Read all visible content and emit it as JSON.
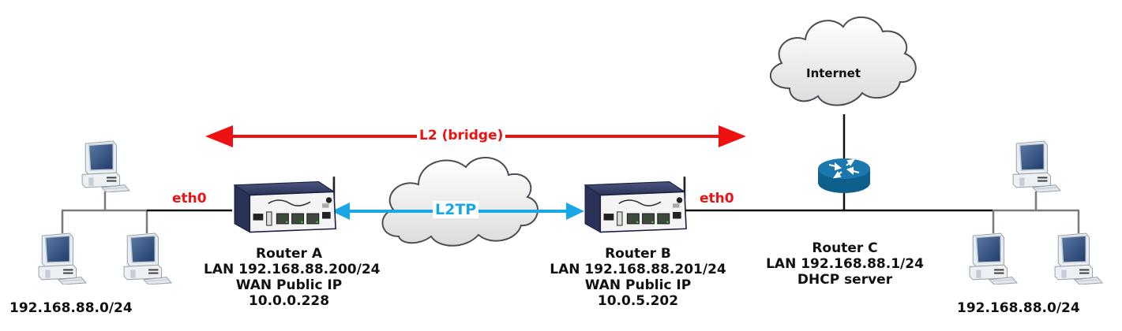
{
  "diagram": {
    "bridge_label": "L2 (bridge)",
    "tunnel_label": "L2TP",
    "internet_label": "Internet",
    "left_lan": {
      "interface_label": "eth0",
      "subnet_label": "192.168.88.0/24",
      "computers": 3
    },
    "router_a": {
      "name": "Router A",
      "lan": "LAN 192.168.88.200/24",
      "wan_title": "WAN Public IP",
      "wan_ip": "10.0.0.228"
    },
    "router_b": {
      "name": "Router B",
      "lan": "LAN 192.168.88.201/24",
      "wan_title": "WAN Public IP",
      "wan_ip": "10.0.5.202",
      "interface_label": "eth0"
    },
    "router_c": {
      "name": "Router C",
      "lan": "LAN 192.168.88.1/24",
      "role": "DHCP server"
    },
    "right_lan": {
      "subnet_label": "192.168.88.0/24",
      "computers": 3
    },
    "colors": {
      "bridge_arrow": "#ee1111",
      "tunnel_arrow": "#1aa7e6",
      "router_c_body": "#1a6e9e",
      "lan_line": "#7a7a7a",
      "link_line": "#111111"
    }
  }
}
